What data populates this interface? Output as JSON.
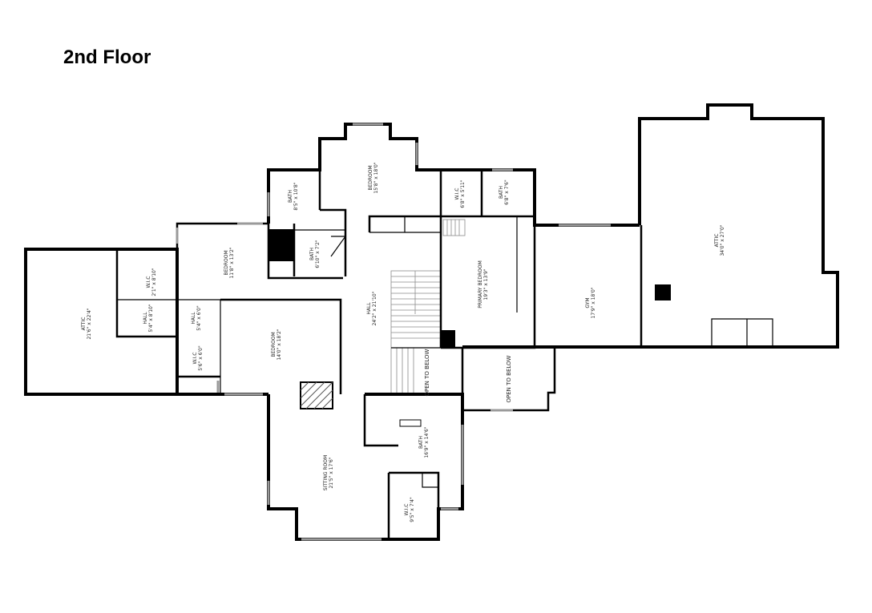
{
  "page": {
    "title": "2nd Floor"
  },
  "colors": {
    "wall": "#000000",
    "background": "#ffffff",
    "window": "#9a9a9a",
    "fireplace_hatch": "#555555"
  },
  "rooms": [
    {
      "id": "attic-left",
      "name": "ATTIC",
      "size": "21'6\" x 22'4\""
    },
    {
      "id": "wic-1",
      "name": "W.I.C",
      "size": "2'1\" x 8'10\""
    },
    {
      "id": "hall-1",
      "name": "HALL",
      "size": "5'4\" x 8'10\""
    },
    {
      "id": "hall-2",
      "name": "HALL",
      "size": "5'4\" x 6'0\""
    },
    {
      "id": "wic-2",
      "name": "W.I.C",
      "size": "5'6\" x 6'0\""
    },
    {
      "id": "bedroom-1",
      "name": "BEDROOM",
      "size": "11'8\" x 13'2\""
    },
    {
      "id": "bedroom-2",
      "name": "BEDROOM",
      "size": "14'0\" x 18'2\""
    },
    {
      "id": "bath-1",
      "name": "BATH",
      "size": "8'5\" x 10'8\""
    },
    {
      "id": "bath-2",
      "name": "BATH",
      "size": "6'10\" x 7'2\""
    },
    {
      "id": "bedroom-3",
      "name": "BEDROOM",
      "size": "15'8\" x 18'0\""
    },
    {
      "id": "wic-3",
      "name": "W.I.C",
      "size": "6'8\" x 5'11\""
    },
    {
      "id": "bath-3",
      "name": "BATH",
      "size": "6'8\" x 7'6\""
    },
    {
      "id": "hall-main",
      "name": "HALL",
      "size": "24'2\" x 21'10\""
    },
    {
      "id": "primary-bedroom",
      "name": "PRIMARY BEDROOM",
      "size": "19'3\" x 13'9\""
    },
    {
      "id": "gym",
      "name": "GYM",
      "size": "17'9\" x 18'0\""
    },
    {
      "id": "attic-right",
      "name": "ATTIC",
      "size": "34'0\" x 27'0\""
    },
    {
      "id": "open-below-1",
      "name": "OPEN TO BELOW",
      "size": ""
    },
    {
      "id": "open-below-2",
      "name": "OPEN TO BELOW",
      "size": ""
    },
    {
      "id": "sitting-room",
      "name": "SITTING ROOM",
      "size": "21'5\" x 17'6\""
    },
    {
      "id": "bath-4",
      "name": "BATH",
      "size": "16'9\" x 14'6\""
    },
    {
      "id": "wic-4",
      "name": "W.I.C",
      "size": "9'5\" x 7'4\""
    }
  ]
}
